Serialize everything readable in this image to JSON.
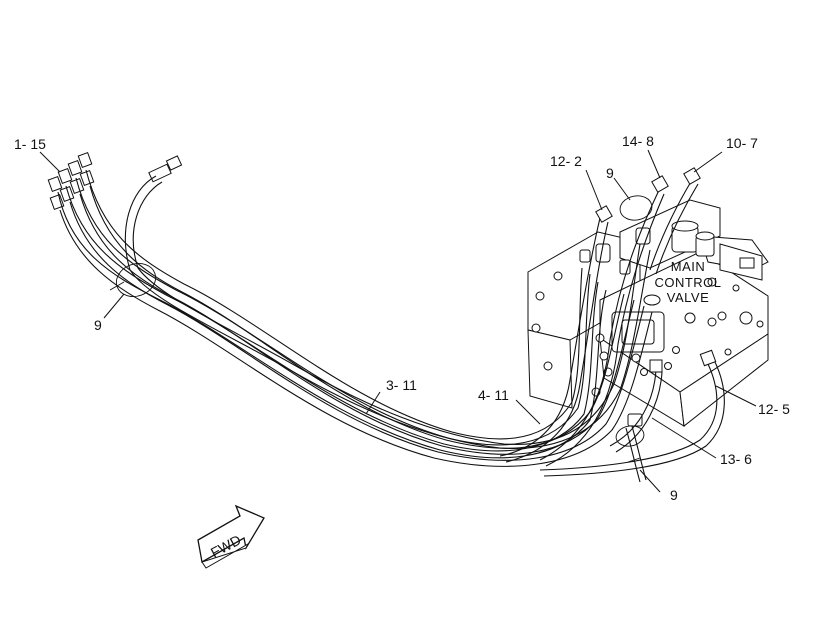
{
  "callouts": {
    "c1_15": "1- 15",
    "c12_2": "12- 2",
    "c14_8": "14- 8",
    "c10_7": "10- 7",
    "c9_top": "9",
    "c9_left": "9",
    "c3_11": "3- 11",
    "c4_11": "4- 11",
    "c12_5": "12- 5",
    "c13_6": "13- 6",
    "c9_bottom": "9"
  },
  "valve_label": {
    "line1": "MAIN",
    "line2": "CONTROL",
    "line3": "VALVE"
  },
  "fwd_label": "FWD"
}
